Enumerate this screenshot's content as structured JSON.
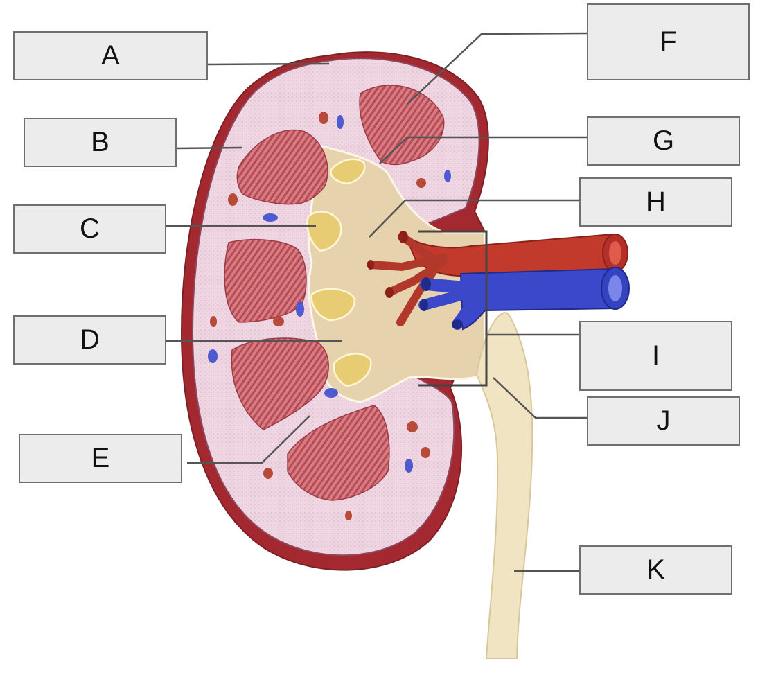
{
  "diagram": {
    "labels": {
      "a": "A",
      "b": "B",
      "c": "C",
      "d": "D",
      "e": "E",
      "f": "F",
      "g": "G",
      "h": "H",
      "i": "I",
      "j": "J",
      "k": "K"
    },
    "colors": {
      "capsule": "#b2323a",
      "cortex": "#ecd2df",
      "pyramid": "#c45a63",
      "calyx": "#e6c77a",
      "pelvis": "#e6d0aa",
      "ureter": "#f1e4c3",
      "artery": "#c23a2c",
      "vein": "#3848c8",
      "leader_line": "#555555",
      "box_fill": "#ececec"
    }
  }
}
